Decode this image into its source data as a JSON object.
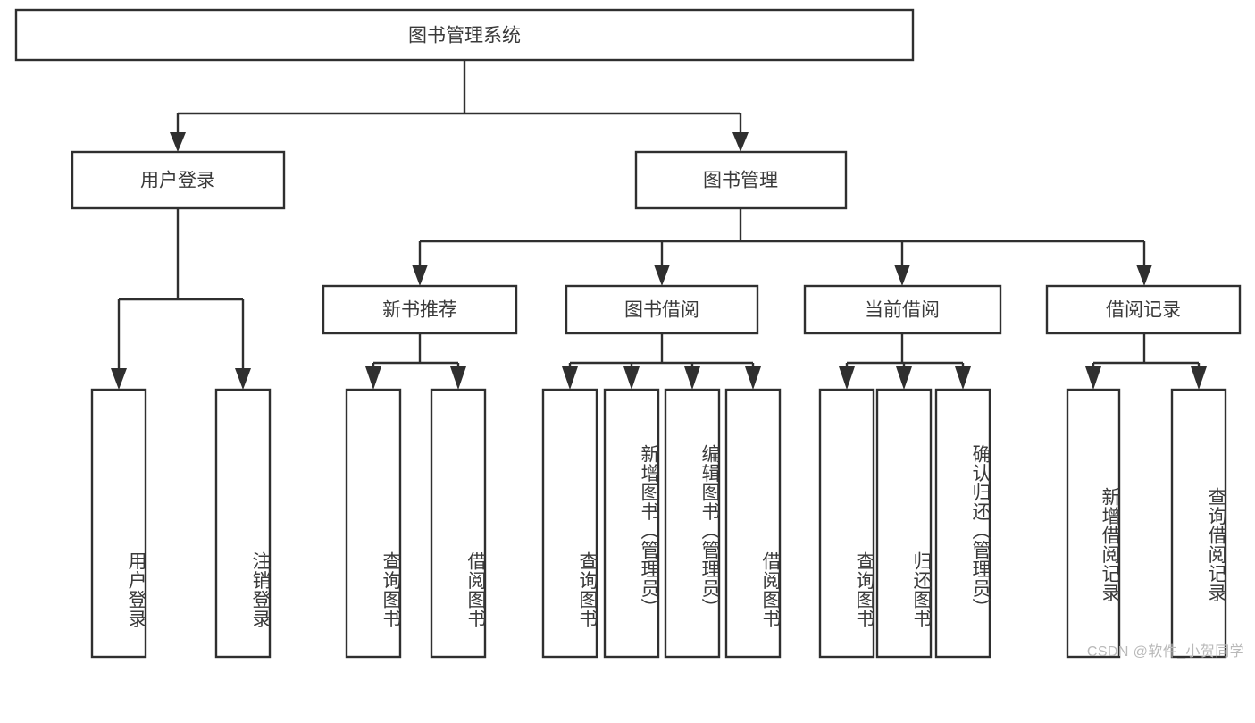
{
  "diagram": {
    "title": "图书管理系统",
    "type": "tree",
    "watermark": "CSDN @软件_小贺同学",
    "colors": {
      "stroke": "#2f2f2f",
      "box_fill": "#ffffff",
      "text": "#3a3a3a",
      "background": "#ffffff",
      "watermark": "#b9b9b9"
    },
    "levels": {
      "root": {
        "label": "图书管理系统"
      },
      "level1": [
        {
          "id": "user-login",
          "label": "用户登录"
        },
        {
          "id": "book-management",
          "label": "图书管理"
        }
      ],
      "level2": [
        {
          "id": "new-book-recommend",
          "label": "新书推荐",
          "parent": "book-management"
        },
        {
          "id": "book-borrow",
          "label": "图书借阅",
          "parent": "book-management"
        },
        {
          "id": "current-borrow",
          "label": "当前借阅",
          "parent": "book-management"
        },
        {
          "id": "borrow-record",
          "label": "借阅记录",
          "parent": "book-management"
        }
      ],
      "leaves": [
        {
          "id": "leaf-user-login",
          "label": "用户登录",
          "parent": "user-login"
        },
        {
          "id": "leaf-user-logout",
          "label": "注销登录",
          "parent": "user-login"
        },
        {
          "id": "leaf-query-book-1",
          "label": "查询图书",
          "parent": "new-book-recommend"
        },
        {
          "id": "leaf-borrow-book-1",
          "label": "借阅图书",
          "parent": "new-book-recommend"
        },
        {
          "id": "leaf-query-book-2",
          "label": "查询图书",
          "parent": "book-borrow"
        },
        {
          "id": "leaf-add-book",
          "label": "新增图书（管理员）",
          "parent": "book-borrow"
        },
        {
          "id": "leaf-edit-book",
          "label": "编辑图书（管理员）",
          "parent": "book-borrow"
        },
        {
          "id": "leaf-borrow-book-2",
          "label": "借阅图书",
          "parent": "book-borrow"
        },
        {
          "id": "leaf-query-book-3",
          "label": "查询图书",
          "parent": "current-borrow"
        },
        {
          "id": "leaf-return-book",
          "label": "归还图书",
          "parent": "current-borrow"
        },
        {
          "id": "leaf-confirm-return",
          "label": "确认归还（管理员）",
          "parent": "current-borrow"
        },
        {
          "id": "leaf-add-record",
          "label": "新增借阅记录",
          "parent": "borrow-record"
        },
        {
          "id": "leaf-query-record",
          "label": "查询借阅记录",
          "parent": "borrow-record"
        }
      ]
    }
  }
}
